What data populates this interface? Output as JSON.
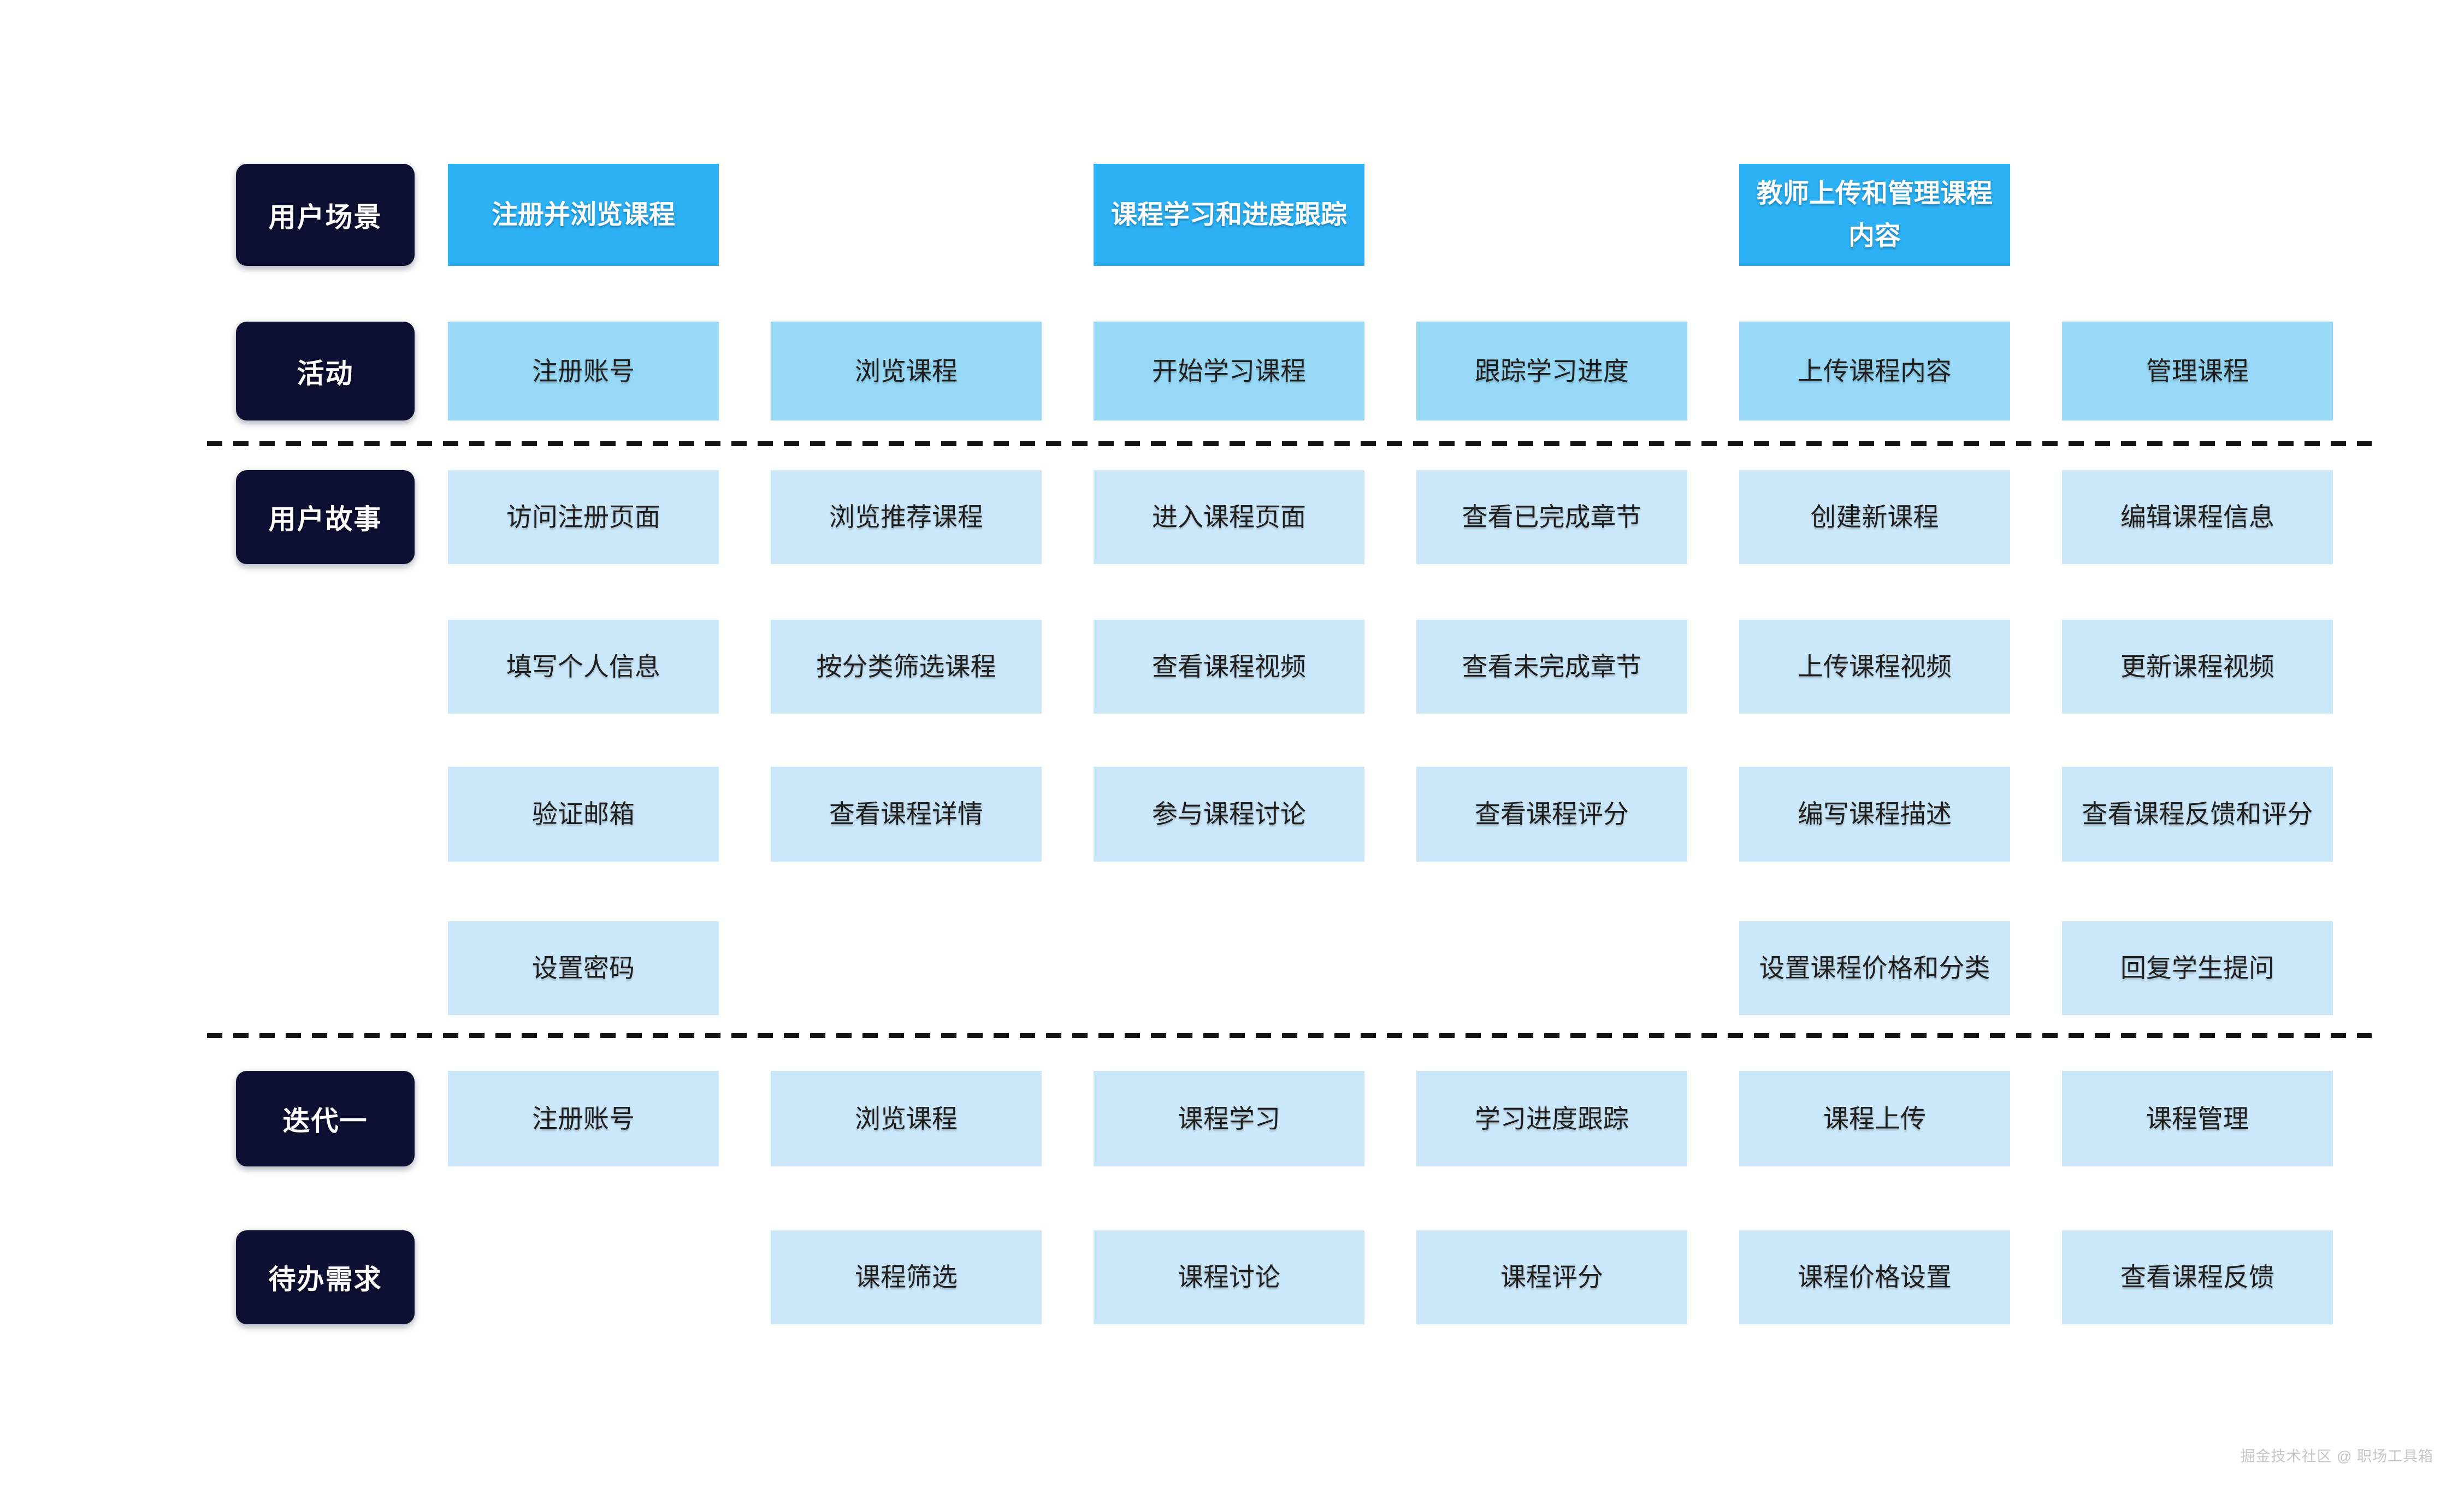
{
  "diagram": "user-story-map",
  "colors": {
    "label_bg": "#0d1032",
    "scenario_bg": "#2cb1f5",
    "activity_bg": "#97d9f7",
    "story_bg": "#cbe8fa",
    "card_text": "#1f1f1f",
    "label_text": "#ffffff",
    "separator": "#141414",
    "watermark_text": "#c6c6c6",
    "background": "#ffffff"
  },
  "rows": [
    {
      "id": "scenario",
      "label": "用户场景",
      "cells": [
        {
          "col": 1,
          "text": "注册并浏览课程"
        },
        {
          "col": 3,
          "text": "课程学习和进度跟踪"
        },
        {
          "col": 5,
          "text": "教师上传和管理课程内容"
        }
      ]
    },
    {
      "id": "activity",
      "label": "活动",
      "cells": [
        {
          "col": 1,
          "text": "注册账号"
        },
        {
          "col": 2,
          "text": "浏览课程"
        },
        {
          "col": 3,
          "text": "开始学习课程"
        },
        {
          "col": 4,
          "text": "跟踪学习进度"
        },
        {
          "col": 5,
          "text": "上传课程内容"
        },
        {
          "col": 6,
          "text": "管理课程"
        }
      ]
    },
    {
      "id": "story-row-1",
      "label": "用户故事",
      "cells": [
        {
          "col": 1,
          "text": "访问注册页面"
        },
        {
          "col": 2,
          "text": "浏览推荐课程"
        },
        {
          "col": 3,
          "text": "进入课程页面"
        },
        {
          "col": 4,
          "text": "查看已完成章节"
        },
        {
          "col": 5,
          "text": "创建新课程"
        },
        {
          "col": 6,
          "text": "编辑课程信息"
        }
      ]
    },
    {
      "id": "story-row-2",
      "cells": [
        {
          "col": 1,
          "text": "填写个人信息"
        },
        {
          "col": 2,
          "text": "按分类筛选课程"
        },
        {
          "col": 3,
          "text": "查看课程视频"
        },
        {
          "col": 4,
          "text": "查看未完成章节"
        },
        {
          "col": 5,
          "text": "上传课程视频"
        },
        {
          "col": 6,
          "text": "更新课程视频"
        }
      ]
    },
    {
      "id": "story-row-3",
      "cells": [
        {
          "col": 1,
          "text": "验证邮箱"
        },
        {
          "col": 2,
          "text": "查看课程详情"
        },
        {
          "col": 3,
          "text": "参与课程讨论"
        },
        {
          "col": 4,
          "text": "查看课程评分"
        },
        {
          "col": 5,
          "text": "编写课程描述"
        },
        {
          "col": 6,
          "text": "查看课程反馈和评分"
        }
      ]
    },
    {
      "id": "story-row-4",
      "cells": [
        {
          "col": 1,
          "text": "设置密码"
        },
        {
          "col": 5,
          "text": "设置课程价格和分类"
        },
        {
          "col": 6,
          "text": "回复学生提问"
        }
      ]
    },
    {
      "id": "iteration-1",
      "label": "迭代一",
      "cells": [
        {
          "col": 1,
          "text": "注册账号"
        },
        {
          "col": 2,
          "text": "浏览课程"
        },
        {
          "col": 3,
          "text": "课程学习"
        },
        {
          "col": 4,
          "text": "学习进度跟踪"
        },
        {
          "col": 5,
          "text": "课程上传"
        },
        {
          "col": 6,
          "text": "课程管理"
        }
      ]
    },
    {
      "id": "backlog",
      "label": "待办需求",
      "cells": [
        {
          "col": 2,
          "text": "课程筛选"
        },
        {
          "col": 3,
          "text": "课程讨论"
        },
        {
          "col": 4,
          "text": "课程评分"
        },
        {
          "col": 5,
          "text": "课程价格设置"
        },
        {
          "col": 6,
          "text": "查看课程反馈"
        }
      ]
    }
  ],
  "watermark": "掘金技术社区 @ 职场工具箱"
}
